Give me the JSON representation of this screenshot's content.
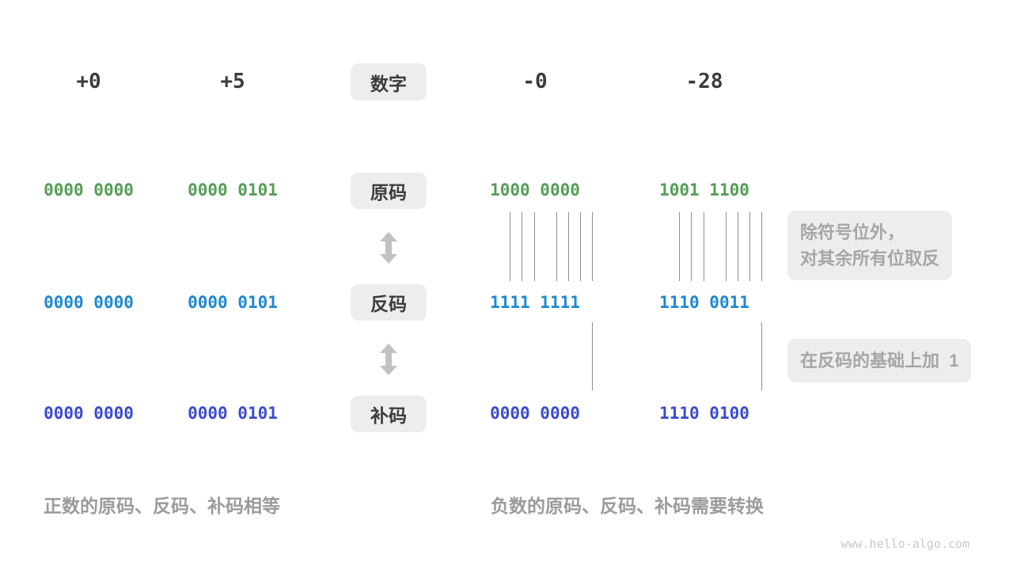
{
  "labels": {
    "number": "数字",
    "sign_magnitude": "原码",
    "ones_complement": "反码",
    "twos_complement": "补码"
  },
  "headers": {
    "pos0": "+0",
    "pos5": "+5",
    "neg0": "-0",
    "neg28": "-28"
  },
  "binary": {
    "sign": {
      "pos0": "0000 0000",
      "pos5": "0000 0101",
      "neg0": "1000 0000",
      "neg28": "1001 1100"
    },
    "ones": {
      "pos0": "0000 0000",
      "pos5": "0000 0101",
      "neg0": "1111 1111",
      "neg28": "1110 0011"
    },
    "twos": {
      "pos0": "0000 0000",
      "pos5": "0000 0101",
      "neg0": "0000 0000",
      "neg28": "1110 0100"
    }
  },
  "annotations": {
    "flip_line1": "除符号位外，",
    "flip_line2": "对其余所有位取反",
    "add_one": "在反码的基础上加  1"
  },
  "captions": {
    "positive": "正数的原码、反码、补码相等",
    "negative": "负数的原码、反码、补码需要转换"
  },
  "watermark": "www.hello-algo.com",
  "colors": {
    "sign_green": "#559e56",
    "ones_blue": "#1e88d1",
    "twos_indigo": "#3b4cce",
    "box_bg": "#ededed",
    "dark_text": "#3c3c3c",
    "note_text": "#a6a6a6",
    "caption_text": "#9b9b9b",
    "connector_line": "#8f8f8f",
    "arrow": "#c2c2c2",
    "watermark": "#c8c8c8"
  }
}
